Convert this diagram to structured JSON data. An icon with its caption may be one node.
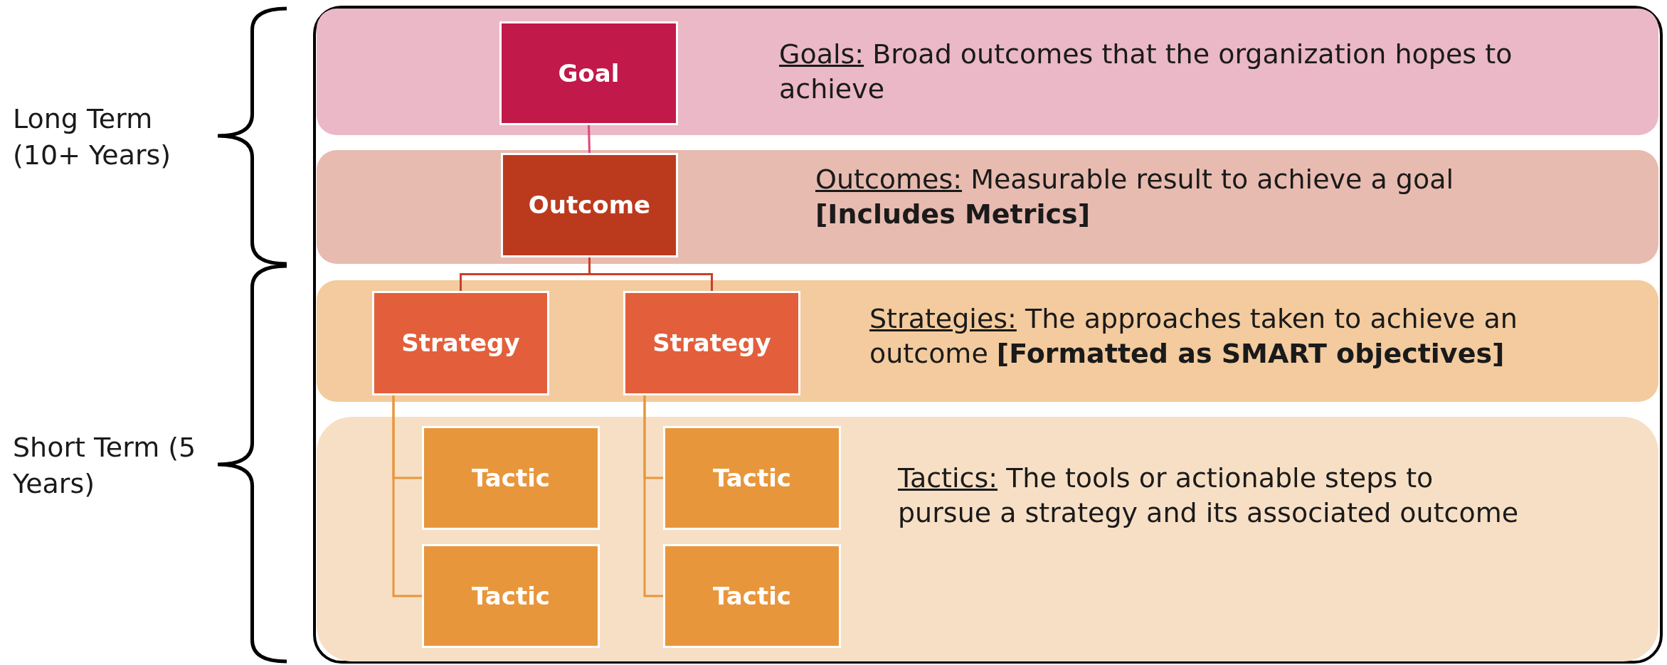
{
  "diagram": {
    "nodes": [
      {
        "text": [
          "Goals:",
          "Broad outcomes that the organization hopes to achieve"
        ]
      },
      {
        "text": [
          "Goal"
        ],
        "in": 0
      },
      {
        "text": [
          "Outcomes:",
          "Measurable result to achieve a goal **[Includes Metrics]**"
        ]
      },
      {
        "text": [
          "Outcome"
        ],
        "in": 2
      },
      {
        "text": [
          "Strategies:",
          "The approaches taken to achieve an outcome **[Formatted as SMART objectives]**"
        ]
      },
      {
        "text": [
          "Strategy"
        ],
        "in": 4
      },
      {
        "text": [
          "Strategy"
        ],
        "in": 4
      },
      {
        "text": [
          "Tactics:",
          "The tools or actionable steps to pursue a strategy and its associated outcome"
        ]
      },
      {
        "text": [
          "Tactic"
        ],
        "in": 7
      },
      {
        "text": [
          "Tactic"
        ],
        "in": 7
      },
      {
        "text": [
          "Tactic"
        ],
        "in": 7
      },
      {
        "text": [
          "Tactic"
        ],
        "in": 7
      }
    ],
    "edges": [
      {
        "from": 1,
        "to": 3,
        "arrow": "none",
        "color": "#e0457a"
      },
      {
        "from": 3,
        "to": 5,
        "arrow": "none",
        "color": "#c8402a"
      },
      {
        "from": 3,
        "to": 6,
        "arrow": "none",
        "color": "#c8402a"
      },
      {
        "from": 5,
        "to": 8,
        "arrow": "none",
        "color": "#e8963c"
      },
      {
        "from": 5,
        "to": 10,
        "arrow": "none",
        "color": "#e8963c"
      },
      {
        "from": 6,
        "to": 9,
        "arrow": "none",
        "color": "#e8963c"
      },
      {
        "from": 6,
        "to": 11,
        "arrow": "none",
        "color": "#e8963c"
      }
    ],
    "labels": [
      "Long Term (10+ Years)",
      "Short Term (5 Years)"
    ]
  }
}
